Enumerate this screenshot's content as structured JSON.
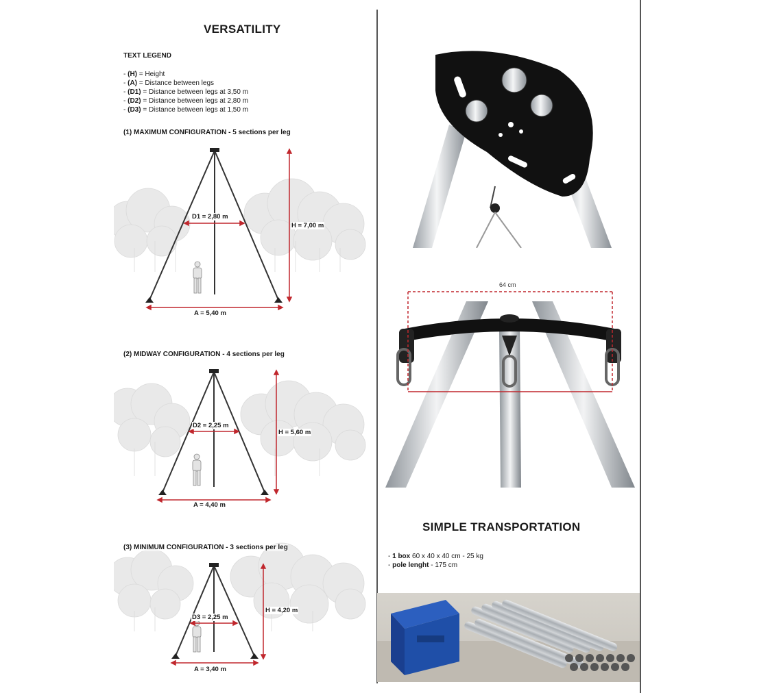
{
  "versatility": {
    "title": "VERSATILITY",
    "legend_title": "TEXT LEGEND",
    "legend": [
      {
        "key": "(H)",
        "text": " = Height"
      },
      {
        "key": "(A)",
        "text": " = Distance between legs"
      },
      {
        "key": "(D1)",
        "text": " = Distance between legs at 3,50 m"
      },
      {
        "key": "(D2)",
        "text": " = Distance between legs at 2,80 m"
      },
      {
        "key": "(D3)",
        "text": " = Distance between legs at 1,50 m"
      }
    ],
    "configs": [
      {
        "heading": "(1) MAXIMUM CONFIGURATION - 5 sections per leg",
        "d_label": "D1 = 2,80 m",
        "h_label": "H = 7,00 m",
        "a_label": "A = 5,40 m"
      },
      {
        "heading": "(2) MIDWAY CONFIGURATION - 4 sections per leg",
        "d_label": "D2 = 2,25 m",
        "h_label": "H = 5,60 m",
        "a_label": "A = 4,40 m"
      },
      {
        "heading": "(3) MINIMUM CONFIGURATION - 3 sections per leg",
        "d_label": "D3 = 2,25 m",
        "h_label": "H = 4,20 m",
        "a_label": "A = 3,40 m"
      }
    ]
  },
  "head_dimension": "64 cm",
  "transportation": {
    "title": "SIMPLE TRANSPORTATION",
    "items": [
      {
        "prefix": "- ",
        "bold": "1 box",
        "text": " 60 x 40 x 40 cm - 25 kg"
      },
      {
        "prefix": "- ",
        "bold": "pole lenght",
        "text": " - 175 cm"
      }
    ]
  },
  "colors": {
    "accent_red": "#c0272d",
    "box_blue": "#1f4fa8",
    "plate_black": "#111111"
  }
}
